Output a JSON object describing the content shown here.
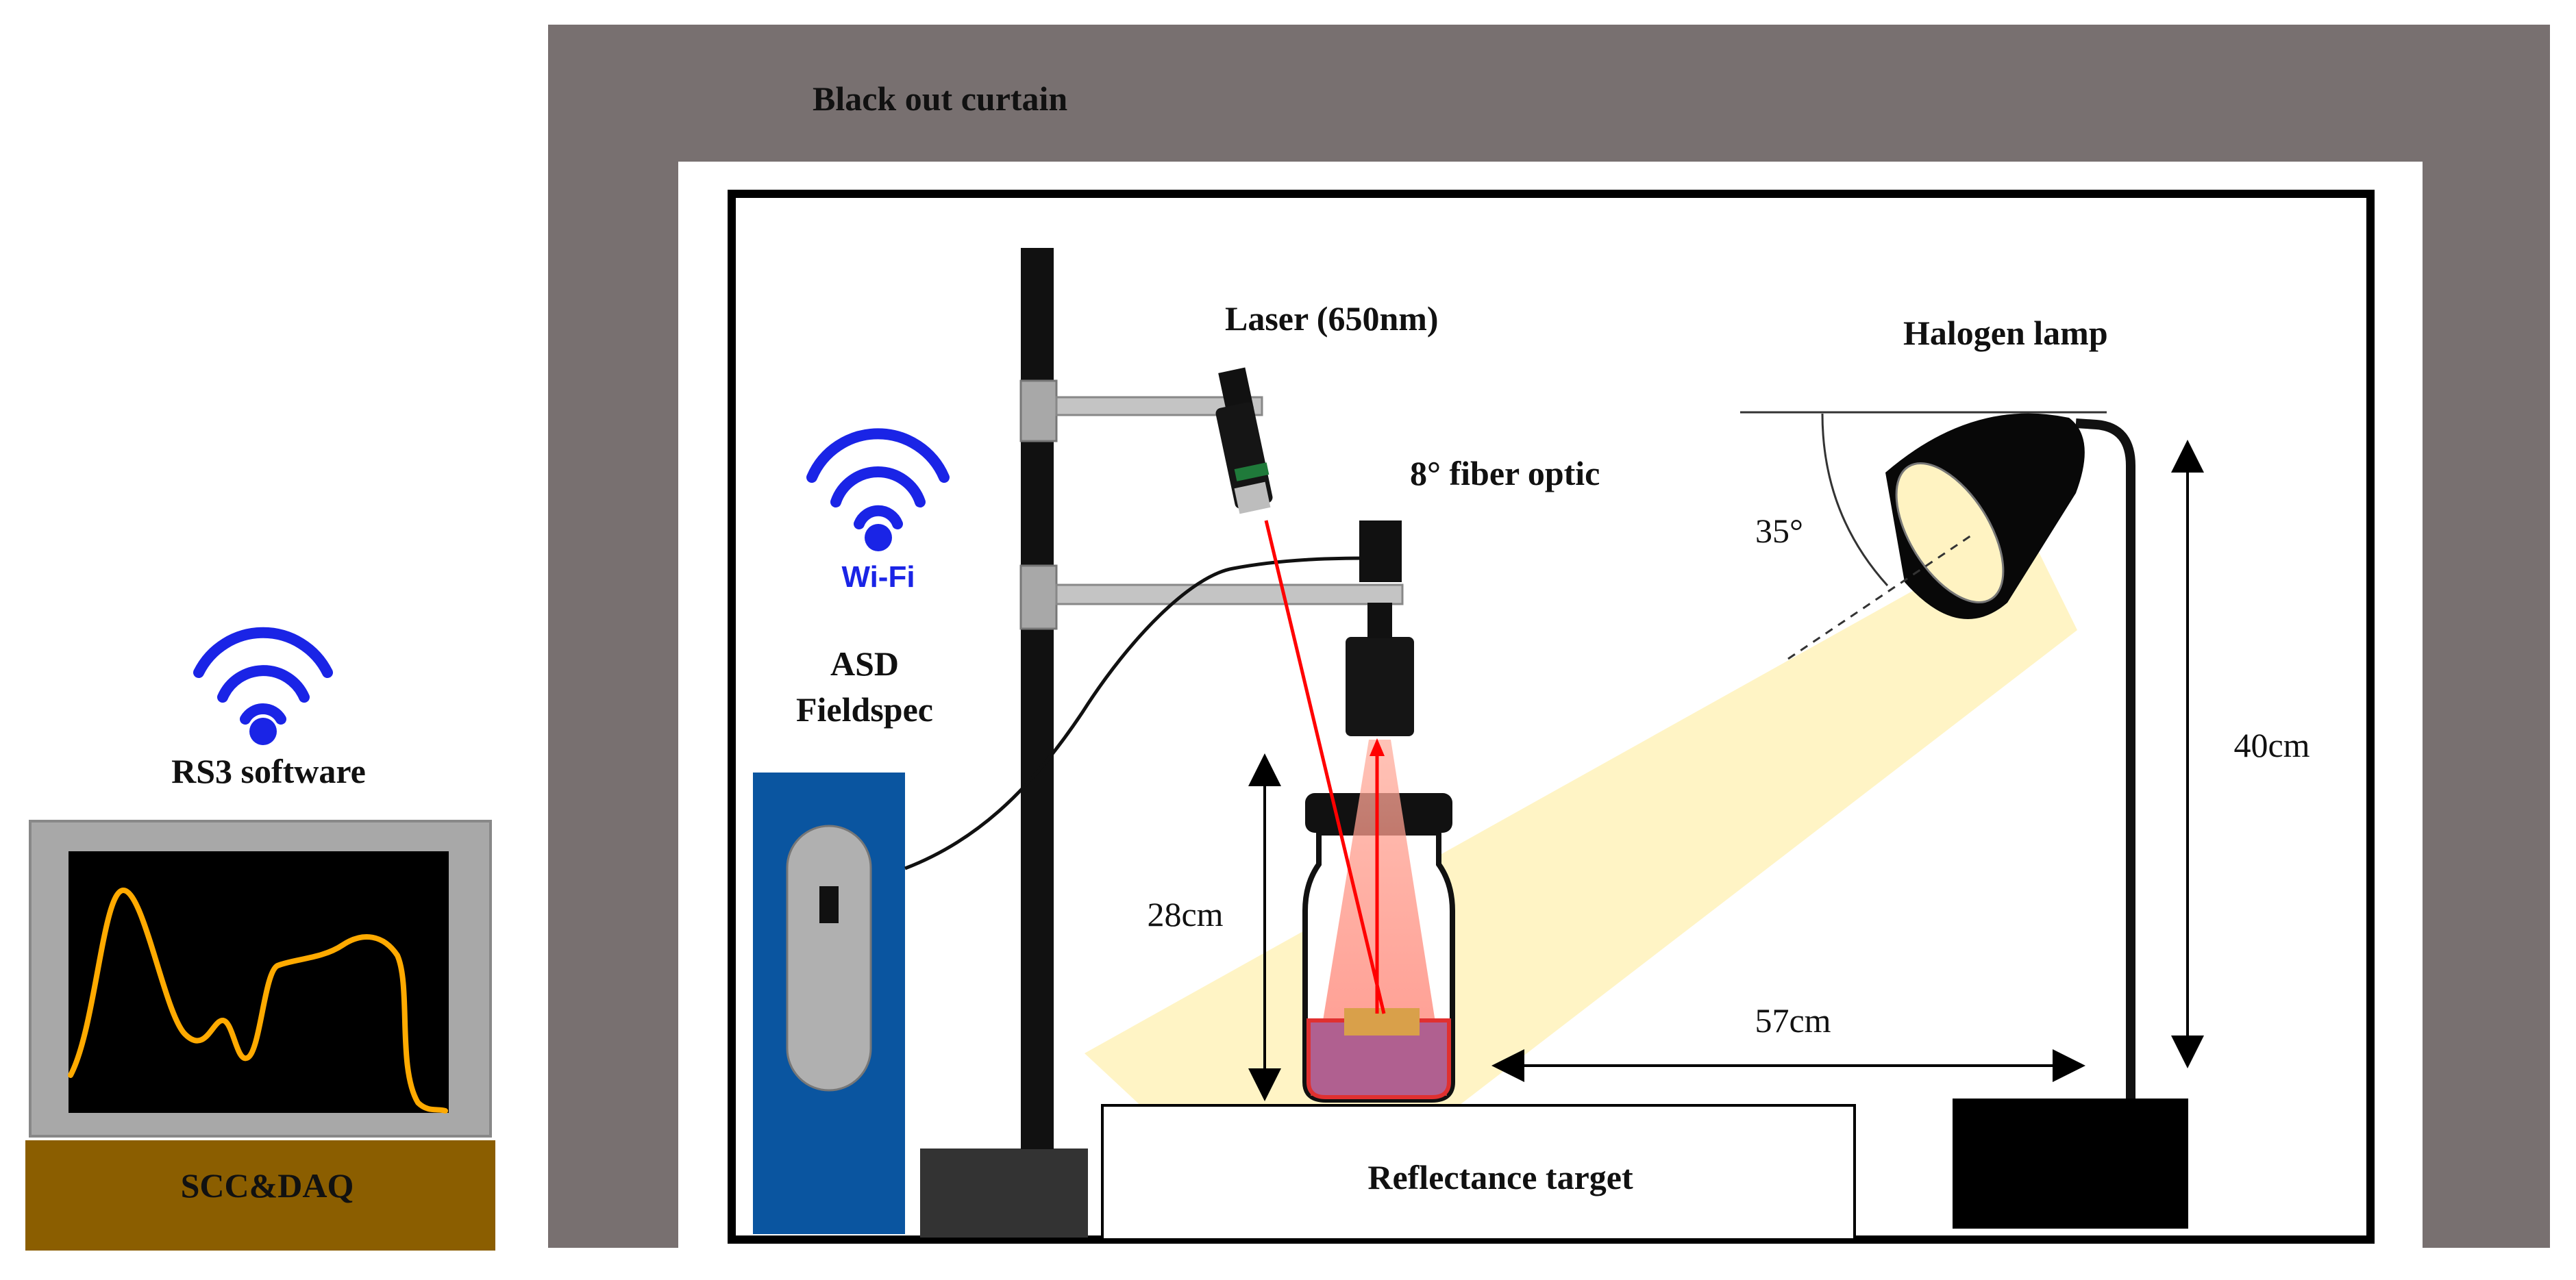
{
  "labels": {
    "curtain": "Black out curtain",
    "laser": "Laser (650nm)",
    "fiber_optic": "8° fiber optic",
    "halogen_lamp": "Halogen lamp",
    "asd_fieldspec_line1": "ASD",
    "asd_fieldspec_line2": "Fieldspec",
    "wifi": "Wi-Fi",
    "rs3_software": "RS3 software",
    "scc_daq": "SCC&DAQ",
    "reflectance_target": "Reflectance target",
    "angle": "35°",
    "height_probe": "28cm",
    "height_lamp": "40cm",
    "distance_lamp": "57cm"
  },
  "colors": {
    "curtain": "#787070",
    "spectrometer_body": "#0a55a0",
    "monitor_frame": "#a8a8a8",
    "desk": "#8b5e00",
    "spectrum_trace": "#ffaa00",
    "laser_beam": "#ff0000",
    "lamp_light": "#fff3c2",
    "wifi": "#1a24e6",
    "sample": "#b06090"
  },
  "icons": {
    "wifi_left": "wifi-icon",
    "wifi_asd": "wifi-icon"
  }
}
